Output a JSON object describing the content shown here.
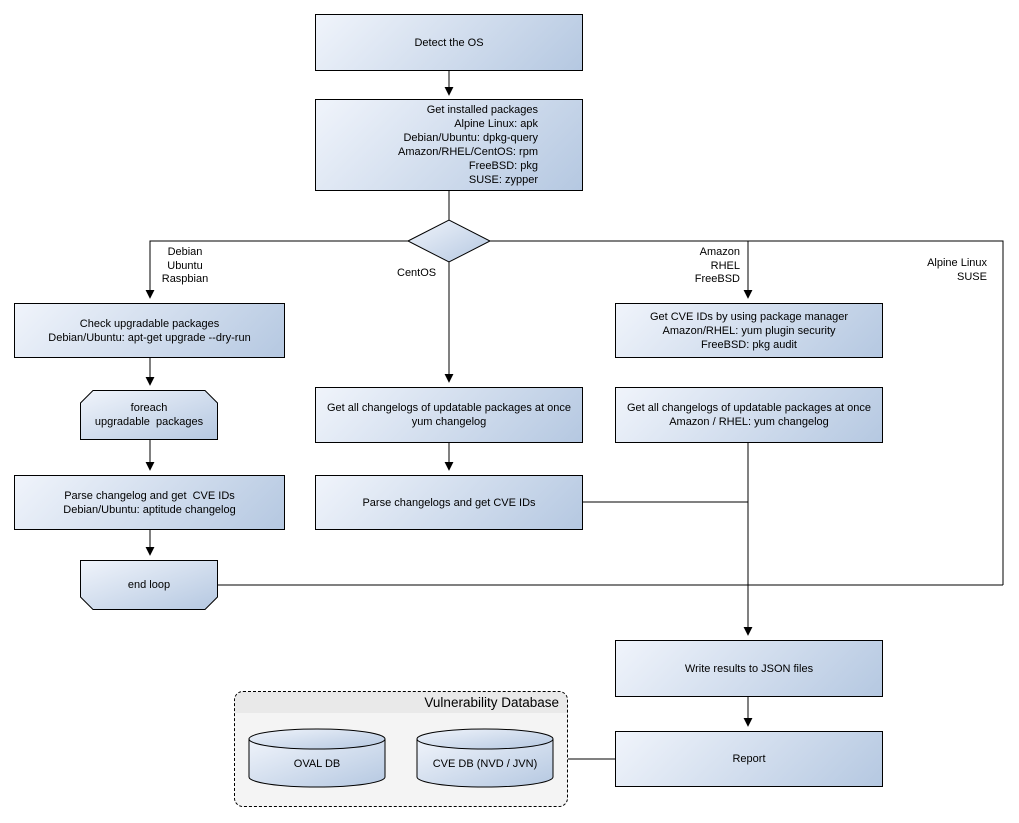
{
  "diagram": {
    "colors": {
      "node_gradient_start": "#f0f4fb",
      "node_gradient_end": "#b5c8e1",
      "node_border": "#000000",
      "line_color": "#000000",
      "group_fill": "#f4f4f4",
      "group_header_fill": "#e9e9e9",
      "text_color": "#000000",
      "background": "#ffffff"
    },
    "nodes": {
      "detect_os": {
        "label": "Detect the OS"
      },
      "get_installed_packages": {
        "label": "Get installed packages\nAlpine Linux: apk\nDebian/Ubuntu: dpkg-query\nAmazon/RHEL/CentOS: rpm\nFreeBSD: pkg\nSUSE: zypper"
      },
      "check_upgradable": {
        "label": "Check upgradable packages\nDebian/Ubuntu: apt-get upgrade --dry-run"
      },
      "foreach_loop": {
        "label": "foreach\nupgradable  packages"
      },
      "parse_changelog_deb": {
        "label": "Parse changelog and get  CVE IDs\nDebian/Ubuntu: aptitude changelog"
      },
      "end_loop": {
        "label": "end loop"
      },
      "get_changelogs_centos": {
        "label": "Get all changelogs of updatable packages at once\nyum changelog"
      },
      "parse_changelogs_centos": {
        "label": "Parse changelogs and get CVE IDs"
      },
      "get_cve_ids_pkg_mgr": {
        "label": "Get CVE IDs by using package manager\nAmazon/RHEL: yum plugin security\nFreeBSD: pkg audit"
      },
      "get_changelogs_amazon": {
        "label": "Get all changelogs of updatable packages at once\nAmazon / RHEL: yum changelog"
      },
      "write_json": {
        "label": "Write results to JSON files"
      },
      "report": {
        "label": "Report"
      },
      "oval_db": {
        "label": "OVAL DB"
      },
      "cve_db": {
        "label": "CVE DB (NVD / JVN)"
      }
    },
    "edge_labels": {
      "debian": "Debian\nUbuntu\nRaspbian",
      "centos": "CentOS",
      "amazon": "Amazon\nRHEL\nFreeBSD",
      "alpine": "Alpine Linux\nSUSE"
    },
    "group": {
      "title": "Vulnerability Database"
    }
  }
}
